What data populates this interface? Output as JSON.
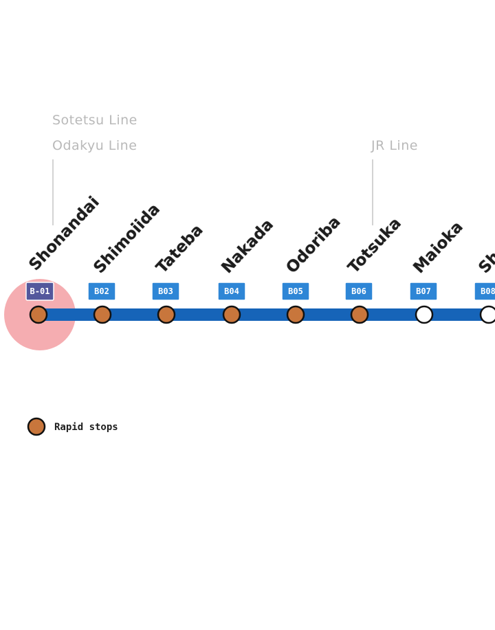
{
  "colors": {
    "line": "#1664b8",
    "code_badge": "#2e86d6",
    "first_code_badge": "#54589c",
    "rapid_fill": "#c8763c",
    "highlight": "#f4a6aa",
    "transfer_text": "#b9b9b9"
  },
  "transfers": [
    {
      "station": "B01",
      "lines": [
        "Sotetsu Line",
        "Odakyu Line"
      ]
    },
    {
      "station": "B06",
      "lines": [
        "JR Line"
      ]
    }
  ],
  "stations": [
    {
      "code": "B01",
      "code_display": "B-01",
      "name": "Shonandai",
      "rapid": true,
      "highlighted": true
    },
    {
      "code": "B02",
      "code_display": "B02",
      "name": "Shimoiida",
      "rapid": true,
      "highlighted": false
    },
    {
      "code": "B03",
      "code_display": "B03",
      "name": "Tateba",
      "rapid": true,
      "highlighted": false
    },
    {
      "code": "B04",
      "code_display": "B04",
      "name": "Nakada",
      "rapid": true,
      "highlighted": false
    },
    {
      "code": "B05",
      "code_display": "B05",
      "name": "Odoriba",
      "rapid": true,
      "highlighted": false
    },
    {
      "code": "B06",
      "code_display": "B06",
      "name": "Totsuka",
      "rapid": true,
      "highlighted": false
    },
    {
      "code": "B07",
      "code_display": "B07",
      "name": "Maioka",
      "rapid": false,
      "highlighted": false
    },
    {
      "code": "B08",
      "code_display": "B08",
      "name": "Sh",
      "rapid": false,
      "highlighted": false
    }
  ],
  "legend": {
    "rapid_label": "Rapid stops",
    "rapid_icon": "rapid-stop-circle-icon"
  }
}
